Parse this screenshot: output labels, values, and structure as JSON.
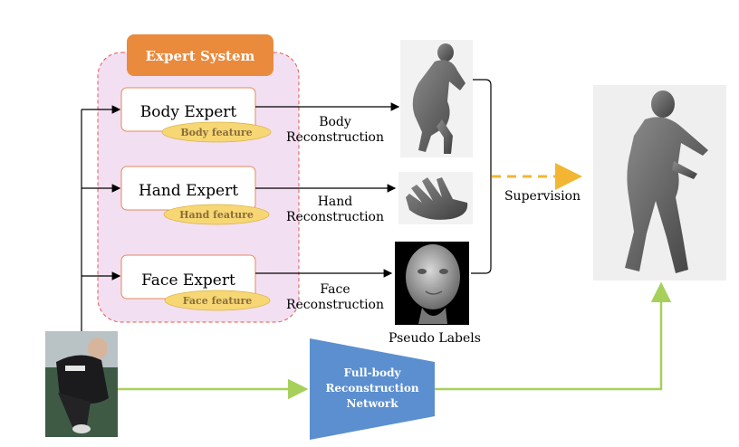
{
  "diagram": {
    "expert_system": {
      "title": "Expert System"
    },
    "experts": [
      {
        "name": "Body Expert",
        "feature": "Body feature",
        "recon_line1": "Body",
        "recon_line2": "Reconstruction"
      },
      {
        "name": "Hand Expert",
        "feature": "Hand feature",
        "recon_line1": "Hand",
        "recon_line2": "Reconstruction"
      },
      {
        "name": "Face Expert",
        "feature": "Face feature",
        "recon_line1": "Face",
        "recon_line2": "Reconstruction"
      }
    ],
    "pseudo_labels": "Pseudo Labels",
    "supervision": "Supervision",
    "network": {
      "line1": "Full-body",
      "line2": "Reconstruction",
      "line3": "Network"
    },
    "colors": {
      "expert_title_bg": "#ea8a3c",
      "expert_region_bg": "#f3dff2",
      "expert_region_border": "#e05a4a",
      "expert_box_border": "#e58a5a",
      "feature_badge": "#f7d774",
      "network_fill": "#5b8fcf",
      "green_arrow": "#a6d05a",
      "supervision_arrow": "#f2b632"
    },
    "icons": [
      "body-mesh-image",
      "hand-mesh-image",
      "face-mesh-image",
      "input-photo",
      "full-body-mesh-image"
    ]
  }
}
